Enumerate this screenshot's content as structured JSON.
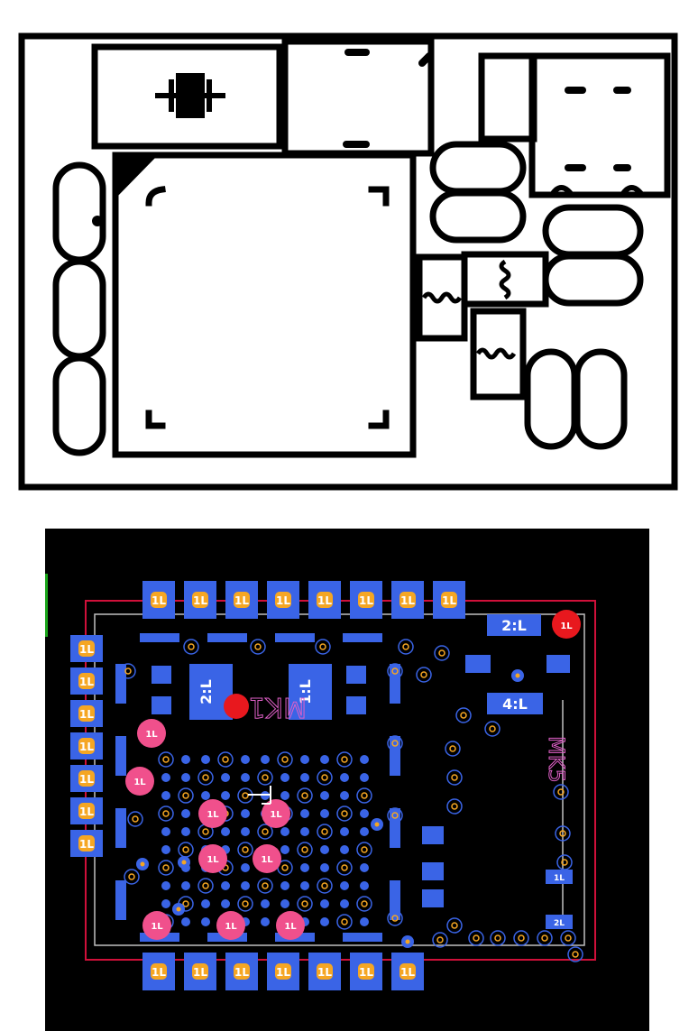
{
  "silkscreen": {
    "outline_color": "#000000",
    "background": "#ffffff"
  },
  "pcb": {
    "background": "#000000",
    "board_outline_color": "#c0c0c0",
    "keepout_color": "#d0103a",
    "pad_color": "#3a64e6",
    "thermal_color": "#f5a623",
    "via_color": "#3a64e6",
    "via_ring_color": "#f5a623",
    "hole_pad_color": "#f0508c",
    "big_hole_color": "#e8181e",
    "ref_color": "#e060c8",
    "pad_label_1": "1L",
    "pad_label_2": "2L",
    "label_2L": "2:L",
    "label_4L": "4:L",
    "label_1L_rot": "1:L",
    "label_2L_rot": "2:L",
    "ref_mk1": "MK1",
    "ref_mk5": "MK5"
  }
}
